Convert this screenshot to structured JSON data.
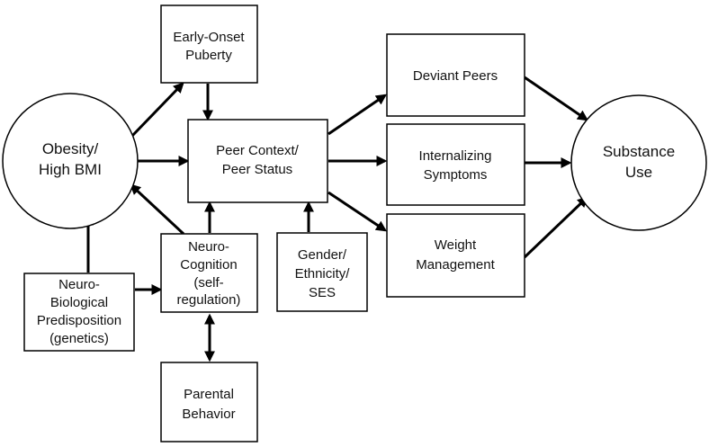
{
  "nodes": {
    "obesity": {
      "lines": [
        "Obesity/",
        "High BMI"
      ]
    },
    "early_onset_puberty": {
      "lines": [
        "Early-Onset",
        "Puberty"
      ]
    },
    "peer_context": {
      "lines": [
        "Peer Context/",
        "Peer Status"
      ]
    },
    "deviant_peers": {
      "lines": [
        "Deviant Peers"
      ]
    },
    "internalizing_symptoms": {
      "lines": [
        "Internalizing",
        "Symptoms"
      ]
    },
    "weight_management": {
      "lines": [
        "Weight",
        "Management"
      ]
    },
    "substance_use": {
      "lines": [
        "Substance",
        "Use"
      ]
    },
    "neuro_cognition": {
      "lines": [
        "Neuro-",
        "Cognition",
        "(self-",
        "regulation)"
      ]
    },
    "gender_ethnicity_ses": {
      "lines": [
        "Gender/",
        "Ethnicity/",
        "SES"
      ]
    },
    "neuro_biological": {
      "lines": [
        "Neuro-",
        "Biological",
        "Predisposition",
        "(genetics)"
      ]
    },
    "parental_behavior": {
      "lines": [
        "Parental",
        "Behavior"
      ]
    }
  },
  "edges": [
    {
      "from": "Obesity/High BMI",
      "to": "Early-Onset Puberty",
      "direction": "one-way"
    },
    {
      "from": "Obesity/High BMI",
      "to": "Peer Context/Peer Status",
      "direction": "one-way"
    },
    {
      "from": "Early-Onset Puberty",
      "to": "Peer Context/Peer Status",
      "direction": "one-way"
    },
    {
      "from": "Peer Context/Peer Status",
      "to": "Deviant Peers",
      "direction": "one-way"
    },
    {
      "from": "Peer Context/Peer Status",
      "to": "Internalizing Symptoms",
      "direction": "one-way"
    },
    {
      "from": "Peer Context/Peer Status",
      "to": "Weight Management",
      "direction": "one-way"
    },
    {
      "from": "Deviant Peers",
      "to": "Substance Use",
      "direction": "one-way"
    },
    {
      "from": "Internalizing Symptoms",
      "to": "Substance Use",
      "direction": "one-way"
    },
    {
      "from": "Weight Management",
      "to": "Substance Use",
      "direction": "one-way"
    },
    {
      "from": "Neuro-Cognition",
      "to": "Obesity/High BMI",
      "direction": "one-way"
    },
    {
      "from": "Neuro-Cognition",
      "to": "Peer Context/Peer Status",
      "direction": "one-way"
    },
    {
      "from": "Gender/Ethnicity/SES",
      "to": "Peer Context/Peer Status",
      "direction": "one-way"
    },
    {
      "from": "Neuro-Biological Predisposition",
      "to": "Obesity/High BMI",
      "direction": "one-way"
    },
    {
      "from": "Neuro-Biological Predisposition",
      "to": "Neuro-Cognition",
      "direction": "one-way"
    },
    {
      "from": "Neuro-Cognition",
      "to": "Parental Behavior",
      "direction": "two-way"
    }
  ]
}
